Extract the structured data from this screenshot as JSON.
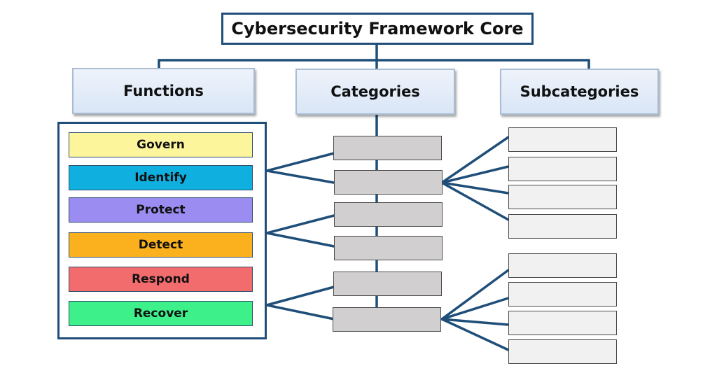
{
  "title": "Cybersecurity Framework Core",
  "headers": {
    "functions": "Functions",
    "categories": "Categories",
    "subcategories": "Subcategories"
  },
  "functions": [
    {
      "label": "Govern",
      "color": "#fdf59b"
    },
    {
      "label": "Identify",
      "color": "#0fb0e0"
    },
    {
      "label": "Protect",
      "color": "#9a8cf0"
    },
    {
      "label": "Detect",
      "color": "#fbb11d"
    },
    {
      "label": "Respond",
      "color": "#f26b6d"
    },
    {
      "label": "Recover",
      "color": "#3df08a"
    }
  ],
  "colors": {
    "frame": "#1f4e79",
    "connector": "#1f4e79",
    "category_fill": "#d2cfd1",
    "subcategory_fill": "#f1f1f1"
  }
}
